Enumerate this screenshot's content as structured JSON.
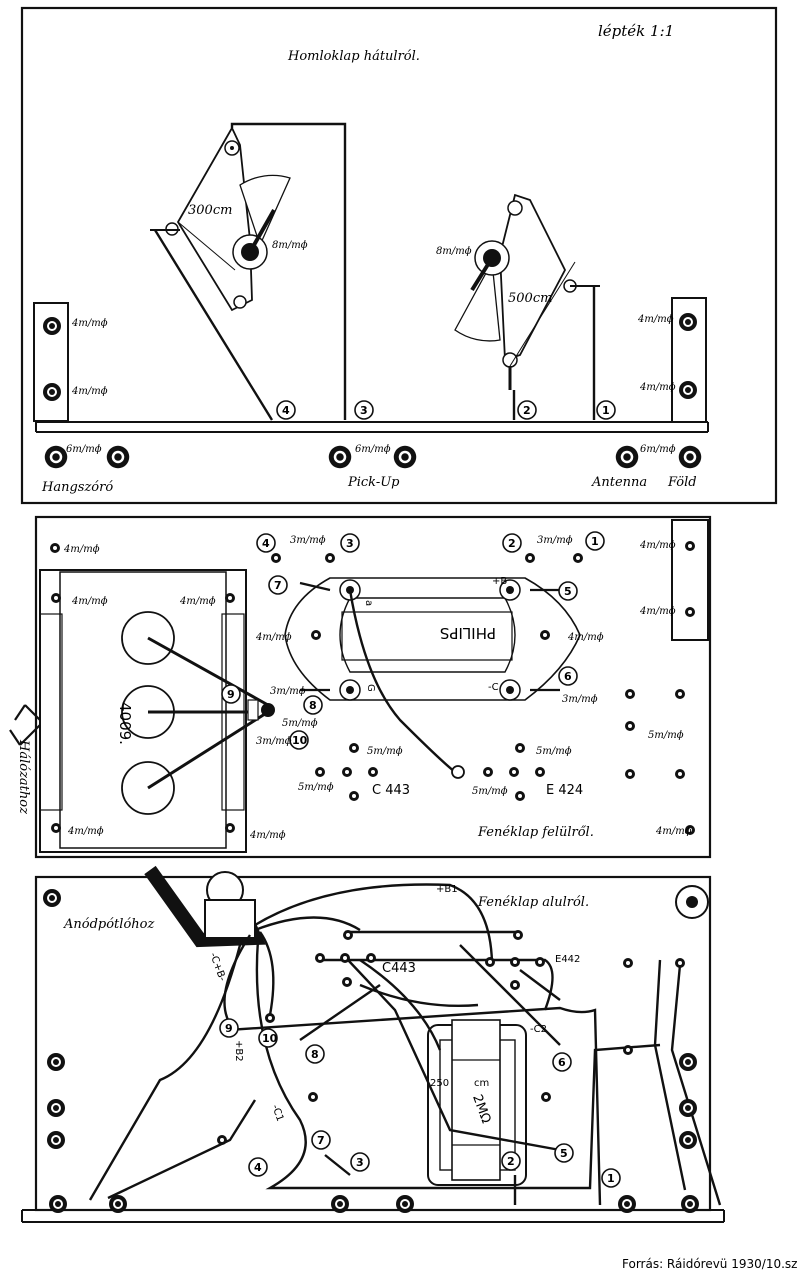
{
  "scale": "lépték 1:1",
  "credit": "Forrás: Ráidórevü 1930/10.sz",
  "panel1": {
    "title": "Homloklap hátulról.",
    "cap_left": "300cm",
    "cap_right": "500cm",
    "hole8": "8m/mϕ",
    "hole4": "4m/mϕ",
    "hole6": "6m/mϕ",
    "label_speaker": "Hangszóró",
    "label_pickup": "Pick-Up",
    "label_antenna": "Antenna",
    "label_ground": "Föld",
    "terminals": [
      "1",
      "2",
      "3",
      "4"
    ]
  },
  "panel2": {
    "title": "Fenéklap felülről.",
    "hole3": "3m/mϕ",
    "hole4": "4m/mϕ",
    "hole5": "5m/mϕ",
    "brand": "PHILIPS",
    "block": "4009.",
    "tube1": "C 443",
    "tube2": "E 424",
    "side_label": "Hálózathoz",
    "pin_a": "a",
    "pin_b": "+B",
    "pin_c": "-C",
    "pin_g": "G",
    "terminals": [
      "1",
      "2",
      "3",
      "4",
      "5",
      "6",
      "7",
      "8",
      "9",
      "10"
    ]
  },
  "panel3": {
    "title": "Fenéklap alulról.",
    "label_anode": "Anódpótlóhoz",
    "tube1": "C443",
    "tube2": "E442",
    "b1": "+B1",
    "b2": "+B2",
    "b_minus": "-C+B-",
    "c1": "-C1",
    "c2": "-C2",
    "res_top": "250",
    "res_cm": "cm",
    "res_val": "2MΩ",
    "terminals": [
      "1",
      "2",
      "3",
      "4",
      "5",
      "6",
      "7",
      "8",
      "9",
      "10"
    ]
  }
}
